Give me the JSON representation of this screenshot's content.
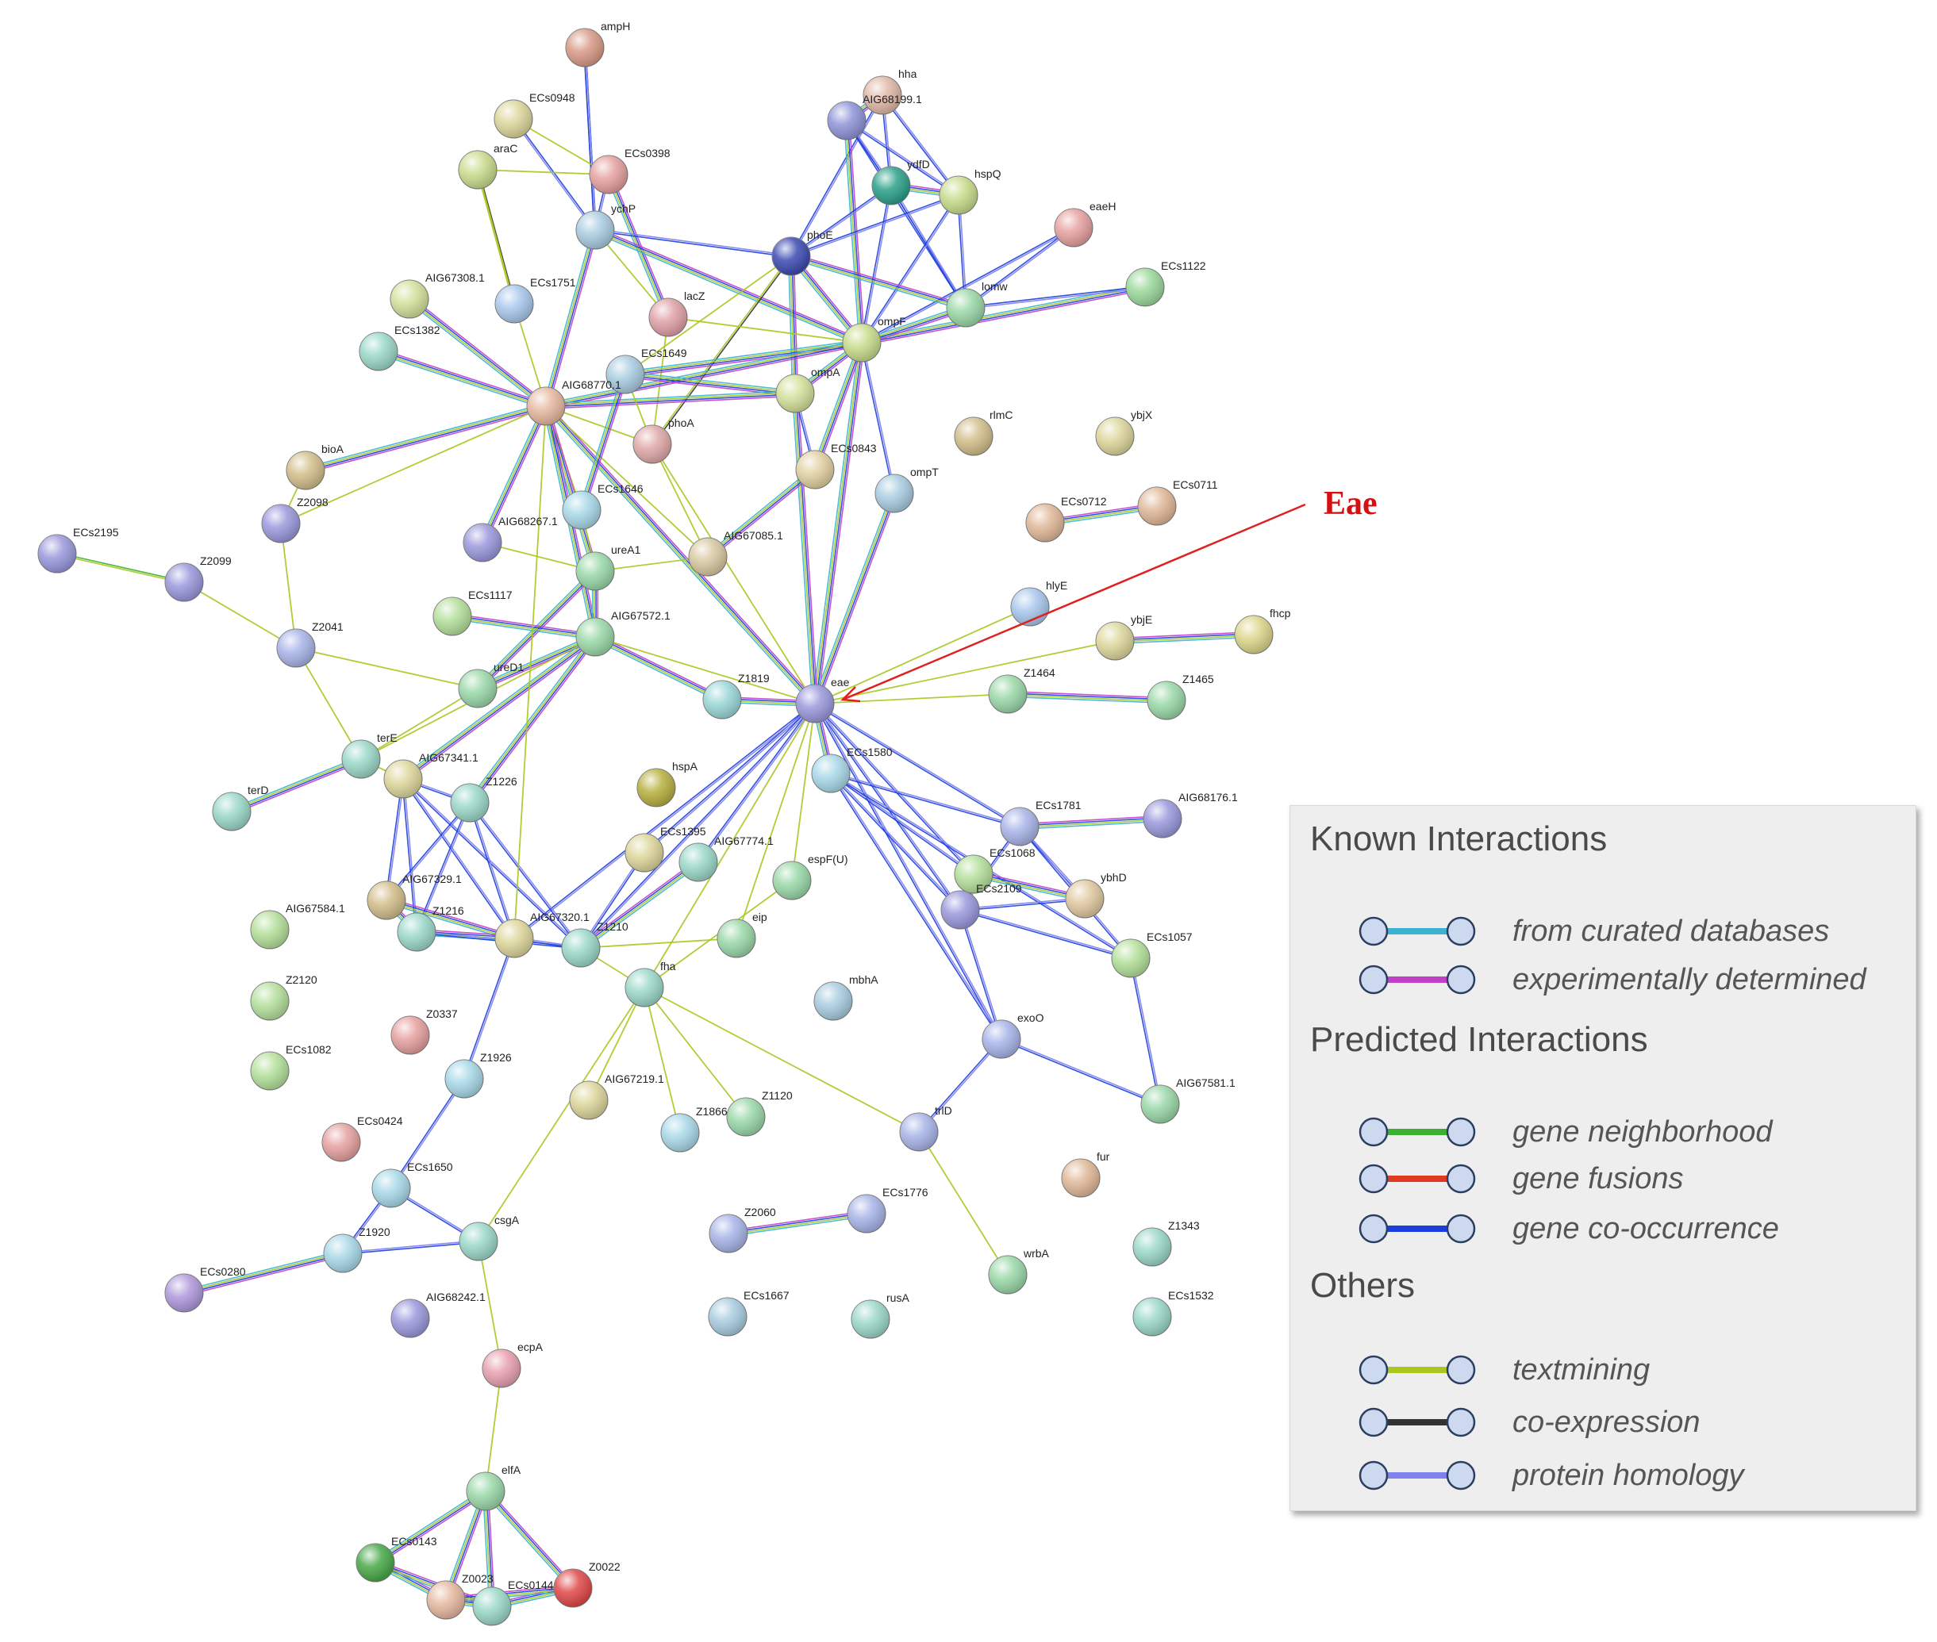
{
  "callout": {
    "label": "Eae",
    "color": "#d61010"
  },
  "legend": {
    "groups": [
      {
        "heading": "Known Interactions",
        "items": [
          {
            "label": "from curated databases",
            "color": "#3bb3d0"
          },
          {
            "label": "experimentally determined",
            "color": "#c040c8"
          }
        ]
      },
      {
        "heading": "Predicted Interactions",
        "items": [
          {
            "label": "gene neighborhood",
            "color": "#3cb030"
          },
          {
            "label": "gene fusions",
            "color": "#e03a20"
          },
          {
            "label": "gene co-occurrence",
            "color": "#1a3ee0"
          }
        ]
      },
      {
        "heading": "Others",
        "items": [
          {
            "label": "textmining",
            "color": "#a8c820"
          },
          {
            "label": "co-expression",
            "color": "#333333"
          },
          {
            "label": "protein homology",
            "color": "#8080ee"
          }
        ]
      }
    ]
  },
  "nodes": [
    {
      "id": "ampH",
      "color": "#d99a86"
    },
    {
      "id": "hha",
      "color": "#e0b7a6"
    },
    {
      "id": "AIG68199.1",
      "color": "#8f94d8"
    },
    {
      "id": "ECs0948",
      "color": "#dcd69a"
    },
    {
      "id": "araC",
      "color": "#c8dc8c"
    },
    {
      "id": "ECs0398",
      "color": "#e6a0a0"
    },
    {
      "id": "ydfD",
      "color": "#2aa08a"
    },
    {
      "id": "hspQ",
      "color": "#c8dc8c"
    },
    {
      "id": "eaeH",
      "color": "#e6a0a0"
    },
    {
      "id": "ychP",
      "color": "#a8cce0"
    },
    {
      "id": "phoE",
      "color": "#3c4ab0"
    },
    {
      "id": "ECs1122",
      "color": "#9ad89a"
    },
    {
      "id": "AIG67308.1",
      "color": "#d2e09a"
    },
    {
      "id": "ECs1751",
      "color": "#a8c8ec"
    },
    {
      "id": "lacZ",
      "color": "#e0a0a8"
    },
    {
      "id": "lomw",
      "color": "#9ad8a8"
    },
    {
      "id": "ECs1382",
      "color": "#9ad8c8"
    },
    {
      "id": "ompF",
      "color": "#c8dc8c"
    },
    {
      "id": "ECs1649",
      "color": "#a8cce0"
    },
    {
      "id": "AIG68770.1",
      "color": "#e6b8a0"
    },
    {
      "id": "ompA",
      "color": "#d2e09a"
    },
    {
      "id": "phoA",
      "color": "#e0a8a8"
    },
    {
      "id": "rlmC",
      "color": "#d2be8a"
    },
    {
      "id": "ybjX",
      "color": "#dcd69a"
    },
    {
      "id": "bioA",
      "color": "#d2be8a"
    },
    {
      "id": "ECs0843",
      "color": "#e0d0a0"
    },
    {
      "id": "ompT",
      "color": "#a8cce0"
    },
    {
      "id": "ECs0712",
      "color": "#e0b898"
    },
    {
      "id": "ECs0711",
      "color": "#e0b898"
    },
    {
      "id": "Z2098",
      "color": "#9a98dc"
    },
    {
      "id": "ECs1646",
      "color": "#a8d8e8"
    },
    {
      "id": "AIG68267.1",
      "color": "#9a98dc"
    },
    {
      "id": "AIG67085.1",
      "color": "#d8c8a0"
    },
    {
      "id": "ECs2195",
      "color": "#9a98dc"
    },
    {
      "id": "Z2099",
      "color": "#9a98dc"
    },
    {
      "id": "ureA1",
      "color": "#9ad8a8"
    },
    {
      "id": "hlyE",
      "color": "#a8c8ec"
    },
    {
      "id": "ECs1117",
      "color": "#b4e09a"
    },
    {
      "id": "AIG67572.1",
      "color": "#9ad8a8"
    },
    {
      "id": "ybjE",
      "color": "#dcd69a"
    },
    {
      "id": "fhcp",
      "color": "#dcd68a"
    },
    {
      "id": "Z2041",
      "color": "#a8b4e8"
    },
    {
      "id": "ureD1",
      "color": "#9ad8a8"
    },
    {
      "id": "Z1819",
      "color": "#9ad8d8"
    },
    {
      "id": "eae",
      "color": "#9a98dc"
    },
    {
      "id": "Z1464",
      "color": "#9ad8a8"
    },
    {
      "id": "Z1465",
      "color": "#9ad8a8"
    },
    {
      "id": "terE",
      "color": "#9ad8c8"
    },
    {
      "id": "AIG67341.1",
      "color": "#dcd69a"
    },
    {
      "id": "ECs1580",
      "color": "#a8d8e8"
    },
    {
      "id": "terD",
      "color": "#9ad8c8"
    },
    {
      "id": "Z1226",
      "color": "#9ad8c8"
    },
    {
      "id": "hspA",
      "color": "#b8b040"
    },
    {
      "id": "ECs1781",
      "color": "#a8b4e8"
    },
    {
      "id": "AIG68176.1",
      "color": "#9a98dc"
    },
    {
      "id": "ECs1395",
      "color": "#dcd69a"
    },
    {
      "id": "AIG67774.1",
      "color": "#9ad8c8"
    },
    {
      "id": "espF(U)",
      "color": "#9ad8a8"
    },
    {
      "id": "ECs1068",
      "color": "#b4e09a"
    },
    {
      "id": "ybhD",
      "color": "#e0c8a0"
    },
    {
      "id": "AIG67329.1",
      "color": "#d2be8a"
    },
    {
      "id": "AIG67584.1",
      "color": "#b4e09a"
    },
    {
      "id": "Z1216",
      "color": "#9ad8c8"
    },
    {
      "id": "AIG67320.1",
      "color": "#dcd69a"
    },
    {
      "id": "Z1210",
      "color": "#9ad8c8"
    },
    {
      "id": "ECs2109",
      "color": "#9a98dc"
    },
    {
      "id": "eip",
      "color": "#9ad8a8"
    },
    {
      "id": "ECs1057",
      "color": "#b4e09a"
    },
    {
      "id": "fha",
      "color": "#9ad8c8"
    },
    {
      "id": "mbhA",
      "color": "#a8cce0"
    },
    {
      "id": "Z2120",
      "color": "#b4e09a"
    },
    {
      "id": "Z0337",
      "color": "#e6a0a0"
    },
    {
      "id": "exoO",
      "color": "#a8b4e8"
    },
    {
      "id": "ECs1082",
      "color": "#b4e09a"
    },
    {
      "id": "Z1926",
      "color": "#a8d8e8"
    },
    {
      "id": "AIG67219.1",
      "color": "#dcd69a"
    },
    {
      "id": "Z1120",
      "color": "#9ad8a8"
    },
    {
      "id": "AIG67581.1",
      "color": "#9ad8a8"
    },
    {
      "id": "Z1866",
      "color": "#a8d8e8"
    },
    {
      "id": "trlD",
      "color": "#a8b4e8"
    },
    {
      "id": "ECs0424",
      "color": "#e6a0a0"
    },
    {
      "id": "fur",
      "color": "#e0b898"
    },
    {
      "id": "ECs1650",
      "color": "#a8d8e8"
    },
    {
      "id": "Z2060",
      "color": "#a8b4e8"
    },
    {
      "id": "ECs1776",
      "color": "#a8b4e8"
    },
    {
      "id": "csgA",
      "color": "#9ad8c8"
    },
    {
      "id": "Z1920",
      "color": "#a8d8e8"
    },
    {
      "id": "Z1343",
      "color": "#9ad8c8"
    },
    {
      "id": "wrbA",
      "color": "#9ad8a8"
    },
    {
      "id": "ECs0280",
      "color": "#b098dc"
    },
    {
      "id": "ECs1667",
      "color": "#a8cce0"
    },
    {
      "id": "rusA",
      "color": "#9ad8c8"
    },
    {
      "id": "ECs1532",
      "color": "#9ad8c8"
    },
    {
      "id": "AIG68242.1",
      "color": "#9a98dc"
    },
    {
      "id": "ecpA",
      "color": "#e8a0b0"
    },
    {
      "id": "elfA",
      "color": "#9ad8a8"
    },
    {
      "id": "ECs0143",
      "color": "#48a848"
    },
    {
      "id": "Z0022",
      "color": "#e04848"
    },
    {
      "id": "Z0023",
      "color": "#e6b8a0"
    },
    {
      "id": "ECs0144",
      "color": "#9ad8c8"
    }
  ],
  "edges": [
    [
      "ampH",
      "ychP",
      "blue"
    ],
    [
      "ampH",
      "ychP",
      "purple"
    ],
    [
      "hha",
      "AIG68199.1",
      "multi"
    ],
    [
      "hha",
      "ydfD",
      "purple"
    ],
    [
      "hha",
      "phoE",
      "purple"
    ],
    [
      "hha",
      "hspQ",
      "purple"
    ],
    [
      "AIG68199.1",
      "ompF",
      "multi"
    ],
    [
      "AIG68199.1",
      "lomw",
      "purple"
    ],
    [
      "AIG68199.1",
      "ydfD",
      "purple"
    ],
    [
      "AIG68199.1",
      "hspQ",
      "purple"
    ],
    [
      "ECs0948",
      "ECs0398",
      "text"
    ],
    [
      "ECs0948",
      "ychP",
      "blue"
    ],
    [
      "araC",
      "ECs0398",
      "text"
    ],
    [
      "araC",
      "ECs1751",
      "dark"
    ],
    [
      "araC",
      "ECs1751",
      "text"
    ],
    [
      "ECs0398",
      "lacZ",
      "multi"
    ],
    [
      "ECs0398",
      "ychP",
      "purple"
    ],
    [
      "ydfD",
      "hspQ",
      "multi"
    ],
    [
      "ydfD",
      "lomw",
      "purple"
    ],
    [
      "ydfD",
      "ompF",
      "purple"
    ],
    [
      "ydfD",
      "phoE",
      "purple"
    ],
    [
      "hspQ",
      "ompF",
      "purple"
    ],
    [
      "hspQ",
      "lomw",
      "purple"
    ],
    [
      "hspQ",
      "phoE",
      "purple"
    ],
    [
      "eaeH",
      "ompF",
      "purple"
    ],
    [
      "eaeH",
      "lomw",
      "purple"
    ],
    [
      "ECs1122",
      "ompF",
      "multi"
    ],
    [
      "ECs1122",
      "lomw",
      "purple"
    ],
    [
      "ychP",
      "phoE",
      "purple"
    ],
    [
      "ychP",
      "ompF",
      "multi"
    ],
    [
      "ychP",
      "AIG68770.1",
      "multi"
    ],
    [
      "ychP",
      "lacZ",
      "text"
    ],
    [
      "phoE",
      "ompF",
      "multi"
    ],
    [
      "phoE",
      "lomw",
      "multi"
    ],
    [
      "phoE",
      "ompA",
      "multi"
    ],
    [
      "phoE",
      "phoA",
      "dark"
    ],
    [
      "phoE",
      "ECs1649",
      "text"
    ],
    [
      "lacZ",
      "ompF",
      "text"
    ],
    [
      "lacZ",
      "phoA",
      "text"
    ],
    [
      "lomw",
      "ompF",
      "multi"
    ],
    [
      "ompF",
      "ompA",
      "multi"
    ],
    [
      "ompF",
      "ECs1649",
      "multi"
    ],
    [
      "ompF",
      "eae",
      "multi"
    ],
    [
      "ompF",
      "ECs0843",
      "multi"
    ],
    [
      "ompF",
      "ompT",
      "purple"
    ],
    [
      "ompF",
      "AIG68770.1",
      "multi"
    ],
    [
      "ompA",
      "ECs1649",
      "multi"
    ],
    [
      "ompA",
      "AIG68770.1",
      "multi"
    ],
    [
      "ompA",
      "eae",
      "multi"
    ],
    [
      "ompA",
      "ECs0843",
      "purple"
    ],
    [
      "AIG67308.1",
      "AIG68770.1",
      "multi"
    ],
    [
      "ECs1382",
      "AIG68770.1",
      "multi"
    ],
    [
      "ECs1751",
      "AIG68770.1",
      "text"
    ],
    [
      "AIG68770.1",
      "bioA",
      "multi"
    ],
    [
      "AIG68770.1",
      "Z2098",
      "text"
    ],
    [
      "AIG68770.1",
      "AIG68267.1",
      "multi"
    ],
    [
      "AIG68770.1",
      "ECs1646",
      "text"
    ],
    [
      "AIG68770.1",
      "ureA1",
      "multi"
    ],
    [
      "AIG68770.1",
      "AIG67572.1",
      "multi"
    ],
    [
      "AIG68770.1",
      "eae",
      "multi"
    ],
    [
      "AIG68770.1",
      "phoA",
      "text"
    ],
    [
      "AIG68770.1",
      "AIG67085.1",
      "text"
    ],
    [
      "ECs1649",
      "ECs1646",
      "multi"
    ],
    [
      "ECs1649",
      "phoA",
      "text"
    ],
    [
      "phoA",
      "AIG67085.1",
      "text"
    ],
    [
      "phoA",
      "eae",
      "text"
    ],
    [
      "ECs0843",
      "AIG67085.1",
      "multi"
    ],
    [
      "ompT",
      "eae",
      "multi"
    ],
    [
      "ECs0712",
      "ECs0711",
      "multi"
    ],
    [
      "Z2098",
      "Z2041",
      "text"
    ],
    [
      "Z2098",
      "bioA",
      "text"
    ],
    [
      "ECs2195",
      "Z2099",
      "green"
    ],
    [
      "Z2099",
      "Z2041",
      "text"
    ],
    [
      "AIG68267.1",
      "ureA1",
      "text"
    ],
    [
      "ureA1",
      "ureD1",
      "multi"
    ],
    [
      "ureA1",
      "AIG67572.1",
      "multi"
    ],
    [
      "ureA1",
      "AIG67085.1",
      "text"
    ],
    [
      "ureA1",
      "ECs1646",
      "text"
    ],
    [
      "ECs1117",
      "AIG67572.1",
      "multi"
    ],
    [
      "AIG67572.1",
      "ureD1",
      "multi"
    ],
    [
      "AIG67572.1",
      "Z1819",
      "multi"
    ],
    [
      "AIG67572.1",
      "Z1226",
      "multi"
    ],
    [
      "AIG67572.1",
      "AIG67341.1",
      "multi"
    ],
    [
      "AIG67572.1",
      "terE",
      "text"
    ],
    [
      "AIG67572.1",
      "eae",
      "text"
    ],
    [
      "Z2041",
      "ureD1",
      "text"
    ],
    [
      "Z2041",
      "terE",
      "text"
    ],
    [
      "ureD1",
      "terE",
      "text"
    ],
    [
      "Z1819",
      "eae",
      "multi"
    ],
    [
      "hlyE",
      "eae",
      "text"
    ],
    [
      "ybjE",
      "eae",
      "text"
    ],
    [
      "ybjE",
      "fhcp",
      "multi"
    ],
    [
      "Z1464",
      "eae",
      "text"
    ],
    [
      "Z1464",
      "Z1465",
      "multi"
    ],
    [
      "eae",
      "ECs1580",
      "multi"
    ],
    [
      "eae",
      "ECs1781",
      "purple"
    ],
    [
      "eae",
      "ECs1068",
      "purple"
    ],
    [
      "eae",
      "ECs2109",
      "purple"
    ],
    [
      "eae",
      "AIG67774.1",
      "purple"
    ],
    [
      "eae",
      "ECs1395",
      "purple"
    ],
    [
      "eae",
      "Z1210",
      "purple"
    ],
    [
      "eae",
      "fha",
      "text"
    ],
    [
      "eae",
      "eip",
      "text"
    ],
    [
      "eae",
      "espF(U)",
      "text"
    ],
    [
      "eae",
      "AIG67320.1",
      "purple"
    ],
    [
      "eae",
      "exoO",
      "purple"
    ],
    [
      "terE",
      "terD",
      "multi"
    ],
    [
      "terE",
      "AIG67341.1",
      "text"
    ],
    [
      "AIG67341.1",
      "Z1226",
      "purple"
    ],
    [
      "AIG67341.1",
      "AIG67329.1",
      "purple"
    ],
    [
      "AIG67341.1",
      "AIG67320.1",
      "purple"
    ],
    [
      "AIG67341.1",
      "Z1216",
      "purple"
    ],
    [
      "AIG67341.1",
      "Z1210",
      "purple"
    ],
    [
      "Z1226",
      "AIG67320.1",
      "purple"
    ],
    [
      "Z1226",
      "Z1216",
      "purple"
    ],
    [
      "Z1226",
      "Z1210",
      "purple"
    ],
    [
      "Z1226",
      "AIG67329.1",
      "purple"
    ],
    [
      "AIG67329.1",
      "Z1216",
      "multi"
    ],
    [
      "AIG67329.1",
      "AIG67320.1",
      "multi"
    ],
    [
      "Z1216",
      "AIG67320.1",
      "multi"
    ],
    [
      "Z1216",
      "Z1210",
      "purple"
    ],
    [
      "AIG67320.1",
      "Z1210",
      "purple"
    ],
    [
      "AIG67320.1",
      "Z1926",
      "purple"
    ],
    [
      "AIG67320.1",
      "AIG68770.1",
      "text"
    ],
    [
      "Z1210",
      "ECs1395",
      "purple"
    ],
    [
      "Z1210",
      "AIG67774.1",
      "multi"
    ],
    [
      "Z1210",
      "fha",
      "text"
    ],
    [
      "Z1210",
      "eip",
      "text"
    ],
    [
      "ECs1580",
      "ECs1781",
      "purple"
    ],
    [
      "ECs1580",
      "ECs1068",
      "purple"
    ],
    [
      "ECs1580",
      "ECs2109",
      "purple"
    ],
    [
      "ECs1580",
      "ECs1057",
      "purple"
    ],
    [
      "ECs1580",
      "exoO",
      "purple"
    ],
    [
      "ECs1781",
      "AIG68176.1",
      "multi"
    ],
    [
      "ECs1781",
      "ybhD",
      "purple"
    ],
    [
      "ECs1781",
      "ECs2109",
      "purple"
    ],
    [
      "ECs1781",
      "ECs1057",
      "purple"
    ],
    [
      "ECs1068",
      "ybhD",
      "multi"
    ],
    [
      "ECs1068",
      "ECs2109",
      "purple"
    ],
    [
      "ECs2109",
      "ECs1057",
      "purple"
    ],
    [
      "ECs2109",
      "exoO",
      "purple"
    ],
    [
      "ECs2109",
      "ybhD",
      "purple"
    ],
    [
      "ECs1057",
      "AIG67581.1",
      "purple"
    ],
    [
      "exoO",
      "AIG67581.1",
      "purple"
    ],
    [
      "exoO",
      "trlD",
      "purple"
    ],
    [
      "fha",
      "AIG67219.1",
      "text"
    ],
    [
      "fha",
      "Z1866",
      "text"
    ],
    [
      "fha",
      "Z1120",
      "text"
    ],
    [
      "fha",
      "trlD",
      "text"
    ],
    [
      "fha",
      "csgA",
      "text"
    ],
    [
      "fha",
      "espF(U)",
      "text"
    ],
    [
      "trlD",
      "wrbA",
      "text"
    ],
    [
      "Z1926",
      "ECs1650",
      "purple"
    ],
    [
      "ECs1650",
      "csgA",
      "purple"
    ],
    [
      "ECs1650",
      "Z1920",
      "purple"
    ],
    [
      "Z1920",
      "csgA",
      "purple"
    ],
    [
      "Z1920",
      "ECs0280",
      "multi"
    ],
    [
      "csgA",
      "ecpA",
      "text"
    ],
    [
      "ecpA",
      "elfA",
      "text"
    ],
    [
      "Z2060",
      "ECs1776",
      "multi"
    ],
    [
      "elfA",
      "ECs0143",
      "multi"
    ],
    [
      "elfA",
      "Z0023",
      "multi"
    ],
    [
      "elfA",
      "ECs0144",
      "multi"
    ],
    [
      "elfA",
      "Z0022",
      "multi"
    ],
    [
      "ECs0143",
      "Z0023",
      "multi"
    ],
    [
      "ECs0143",
      "ECs0144",
      "multi"
    ],
    [
      "Z0023",
      "ECs0144",
      "multi"
    ],
    [
      "ECs0144",
      "Z0022",
      "multi"
    ],
    [
      "Z0023",
      "Z0022",
      "multi"
    ]
  ]
}
